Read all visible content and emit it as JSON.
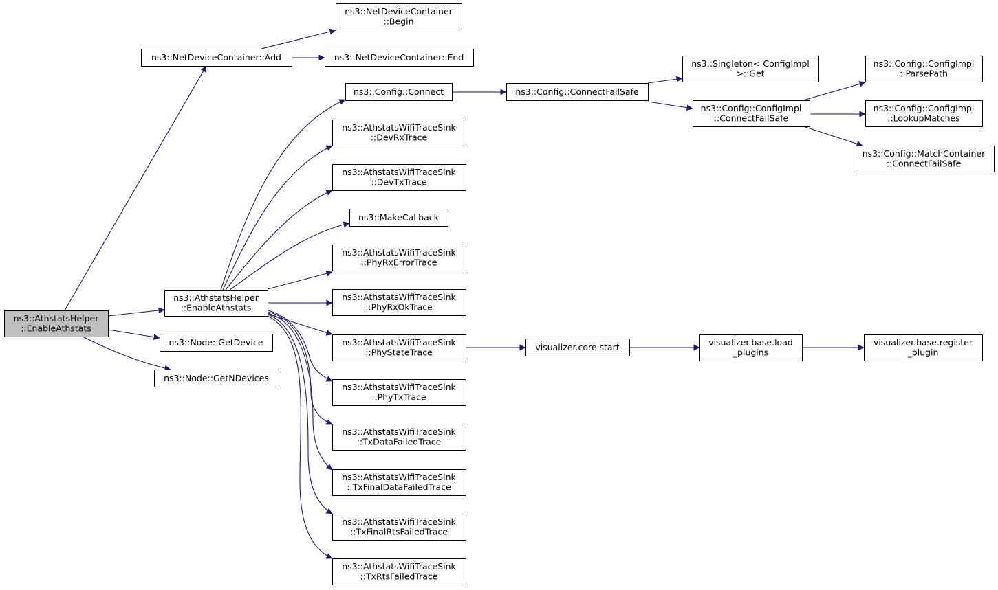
{
  "graph": {
    "colors": {
      "edge": "#191970",
      "node_border": "#000000",
      "node_fill": "#ffffff",
      "root_fill": "#bfbfbf",
      "background": "#ffffff"
    },
    "nodes": [
      {
        "id": "root",
        "lines": [
          "ns3::AthstatsHelper",
          "::EnableAthstats"
        ],
        "highlight": true
      },
      {
        "id": "ndc-add",
        "lines": [
          "ns3::NetDeviceContainer::Add"
        ]
      },
      {
        "id": "ndc-begin",
        "lines": [
          "ns3::NetDeviceContainer",
          "::Begin"
        ]
      },
      {
        "id": "ndc-end",
        "lines": [
          "ns3::NetDeviceContainer::End"
        ]
      },
      {
        "id": "helper-enable",
        "lines": [
          "ns3::AthstatsHelper",
          "::EnableAthstats"
        ]
      },
      {
        "id": "node-getdevice",
        "lines": [
          "ns3::Node::GetDevice"
        ]
      },
      {
        "id": "node-getndevices",
        "lines": [
          "ns3::Node::GetNDevices"
        ]
      },
      {
        "id": "config-connect",
        "lines": [
          "ns3::Config::Connect"
        ]
      },
      {
        "id": "config-connectfailsafe",
        "lines": [
          "ns3::Config::ConnectFailSafe"
        ]
      },
      {
        "id": "singleton-get",
        "lines": [
          "ns3::Singleton< ConfigImpl",
          " >::Get"
        ]
      },
      {
        "id": "configimpl-connectfailsafe",
        "lines": [
          "ns3::Config::ConfigImpl",
          "::ConnectFailSafe"
        ]
      },
      {
        "id": "configimpl-parsepath",
        "lines": [
          "ns3::Config::ConfigImpl",
          "::ParsePath"
        ]
      },
      {
        "id": "configimpl-lookupmatches",
        "lines": [
          "ns3::Config::ConfigImpl",
          "::LookupMatches"
        ]
      },
      {
        "id": "matchcontainer-connectfailsafe",
        "lines": [
          "ns3::Config::MatchContainer",
          "::ConnectFailSafe"
        ]
      },
      {
        "id": "sink-devrxtrace",
        "lines": [
          "ns3::AthstatsWifiTraceSink",
          "::DevRxTrace"
        ]
      },
      {
        "id": "sink-devtxtrace",
        "lines": [
          "ns3::AthstatsWifiTraceSink",
          "::DevTxTrace"
        ]
      },
      {
        "id": "makecallback",
        "lines": [
          "ns3::MakeCallback"
        ]
      },
      {
        "id": "sink-phyrxerrortrace",
        "lines": [
          "ns3::AthstatsWifiTraceSink",
          "::PhyRxErrorTrace"
        ]
      },
      {
        "id": "sink-phyrxoktrace",
        "lines": [
          "ns3::AthstatsWifiTraceSink",
          "::PhyRxOkTrace"
        ]
      },
      {
        "id": "sink-phystatetrace",
        "lines": [
          "ns3::AthstatsWifiTraceSink",
          "::PhyStateTrace"
        ]
      },
      {
        "id": "sink-phytxtrace",
        "lines": [
          "ns3::AthstatsWifiTraceSink",
          "::PhyTxTrace"
        ]
      },
      {
        "id": "sink-txdatafailedtrace",
        "lines": [
          "ns3::AthstatsWifiTraceSink",
          "::TxDataFailedTrace"
        ]
      },
      {
        "id": "sink-txfinaldatafailedtrace",
        "lines": [
          "ns3::AthstatsWifiTraceSink",
          "::TxFinalDataFailedTrace"
        ]
      },
      {
        "id": "sink-txfinalrtsfailedtrace",
        "lines": [
          "ns3::AthstatsWifiTraceSink",
          "::TxFinalRtsFailedTrace"
        ]
      },
      {
        "id": "sink-txrtsfailedtrace",
        "lines": [
          "ns3::AthstatsWifiTraceSink",
          "::TxRtsFailedTrace"
        ]
      },
      {
        "id": "visualizer-core-start",
        "lines": [
          "visualizer.core.start"
        ]
      },
      {
        "id": "visualizer-base-load-plugins",
        "lines": [
          "visualizer.base.load",
          "_plugins"
        ]
      },
      {
        "id": "visualizer-base-register-plugin",
        "lines": [
          "visualizer.base.register",
          "_plugin"
        ]
      }
    ],
    "edges": [
      {
        "from": "root",
        "to": "ndc-add"
      },
      {
        "from": "root",
        "to": "helper-enable"
      },
      {
        "from": "root",
        "to": "node-getdevice"
      },
      {
        "from": "root",
        "to": "node-getndevices"
      },
      {
        "from": "ndc-add",
        "to": "ndc-begin"
      },
      {
        "from": "ndc-add",
        "to": "ndc-end"
      },
      {
        "from": "helper-enable",
        "to": "config-connect"
      },
      {
        "from": "helper-enable",
        "to": "sink-devrxtrace"
      },
      {
        "from": "helper-enable",
        "to": "sink-devtxtrace"
      },
      {
        "from": "helper-enable",
        "to": "makecallback"
      },
      {
        "from": "helper-enable",
        "to": "sink-phyrxerrortrace"
      },
      {
        "from": "helper-enable",
        "to": "sink-phyrxoktrace"
      },
      {
        "from": "helper-enable",
        "to": "sink-phystatetrace"
      },
      {
        "from": "helper-enable",
        "to": "sink-phytxtrace"
      },
      {
        "from": "helper-enable",
        "to": "sink-txdatafailedtrace"
      },
      {
        "from": "helper-enable",
        "to": "sink-txfinaldatafailedtrace"
      },
      {
        "from": "helper-enable",
        "to": "sink-txfinalrtsfailedtrace"
      },
      {
        "from": "helper-enable",
        "to": "sink-txrtsfailedtrace"
      },
      {
        "from": "config-connect",
        "to": "config-connectfailsafe"
      },
      {
        "from": "config-connectfailsafe",
        "to": "singleton-get"
      },
      {
        "from": "config-connectfailsafe",
        "to": "configimpl-connectfailsafe"
      },
      {
        "from": "configimpl-connectfailsafe",
        "to": "configimpl-parsepath"
      },
      {
        "from": "configimpl-connectfailsafe",
        "to": "configimpl-lookupmatches"
      },
      {
        "from": "configimpl-connectfailsafe",
        "to": "matchcontainer-connectfailsafe"
      },
      {
        "from": "sink-phystatetrace",
        "to": "visualizer-core-start"
      },
      {
        "from": "visualizer-core-start",
        "to": "visualizer-base-load-plugins"
      },
      {
        "from": "visualizer-base-load-plugins",
        "to": "visualizer-base-register-plugin"
      }
    ]
  }
}
